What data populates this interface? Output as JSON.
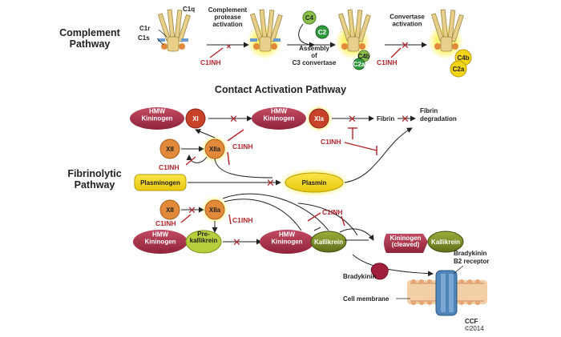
{
  "sections": {
    "complement": "Complement\nPathway",
    "contact": "Contact Activation Pathway",
    "fibrinolytic": "Fibrinolytic\nPathway"
  },
  "complement": {
    "c1q": "C1q",
    "c1r": "C1r",
    "c1s": "C1s",
    "step1": "Complement\nprotease\nactivation",
    "c4": "C4",
    "c2": "C2",
    "step2": "Assembly\nof\nC3 convertase",
    "step3": "Convertase\nactivation",
    "c4b": "C4b",
    "c2a": "C2a",
    "c1inh_1": "C1INH",
    "c1inh_2": "C1INH"
  },
  "contact": {
    "hmwk": "HMW\nKininogen",
    "xi": "XI",
    "xia": "XIa",
    "fibrin": "Fibrin",
    "fibrin_degradation": "Fibrin\ndegradation",
    "xii": "XII",
    "xiia": "XIIa",
    "c1inh_a": "C1INH",
    "c1inh_b": "C1INH",
    "c1inh_c": "C1INH"
  },
  "fibrinolytic": {
    "plasminogen": "Plasminogen",
    "plasmin": "Plasmin"
  },
  "kallikrein": {
    "xii": "XII",
    "xiia": "XIIa",
    "c1inh_d": "C1INH",
    "c1inh_e": "C1INH",
    "c1inh_f": "C1INH",
    "hmwk": "HMW\nKininogen",
    "prekallikrein": "Pre-\nkallikrein",
    "hmwk2": "HMW\nKininogen",
    "kallikrein": "Kallikrein",
    "hmwk_cleaved": "HMW\nKininogen\n(cleaved)",
    "kallikrein2": "Kallikrein",
    "bradykinin": "Bradykinin",
    "receptor": "Bradykinin\nB2 receptor",
    "membrane": "Cell membrane"
  },
  "credit": {
    "ccf": "CCF",
    "year": "©2014"
  },
  "colors": {
    "hmwk": "#a8344a",
    "factor_orange": "#e38a3a",
    "factor_red": "#c7422b",
    "yellow": "#f3d417",
    "olive": "#7b8f2a",
    "green": "#2f9b3f",
    "inhibitor": "#b3242a"
  }
}
